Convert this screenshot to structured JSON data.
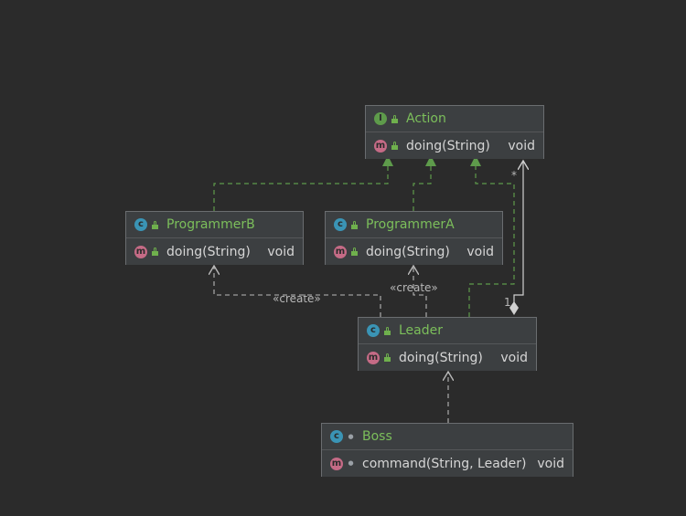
{
  "diagram": {
    "colors": {
      "background": "#2b2b2b",
      "node_fill": "#3c3f41",
      "node_border": "#6a6d70",
      "class_name": "#7cbf5b",
      "text": "#d6d6d6",
      "realization": "#5e9b4b",
      "dependency": "#b8b8b8",
      "association": "#d0d0d0"
    },
    "nodes": {
      "action": {
        "kind_badge": "I",
        "name": "Action",
        "method_badge": "m",
        "method": "doing(String)",
        "return_type": "void"
      },
      "programmer_b": {
        "kind_badge": "c",
        "name": "ProgrammerB",
        "method_badge": "m",
        "method": "doing(String)",
        "return_type": "void"
      },
      "programmer_a": {
        "kind_badge": "c",
        "name": "ProgrammerA",
        "method_badge": "m",
        "method": "doing(String)",
        "return_type": "void"
      },
      "leader": {
        "kind_badge": "c",
        "name": "Leader",
        "method_badge": "m",
        "method": "doing(String)",
        "return_type": "void"
      },
      "boss": {
        "kind_badge": "c",
        "name": "Boss",
        "method_badge": "m",
        "method": "command(String, Leader)",
        "return_type": "void"
      }
    },
    "edge_labels": {
      "create_b": "«create»",
      "create_a": "«create»",
      "many": "*",
      "one": "1"
    },
    "icons": {
      "public": "public-lock-icon",
      "package": "package-private-icon",
      "interface": "interface-icon",
      "class": "class-icon",
      "method": "method-icon"
    }
  }
}
